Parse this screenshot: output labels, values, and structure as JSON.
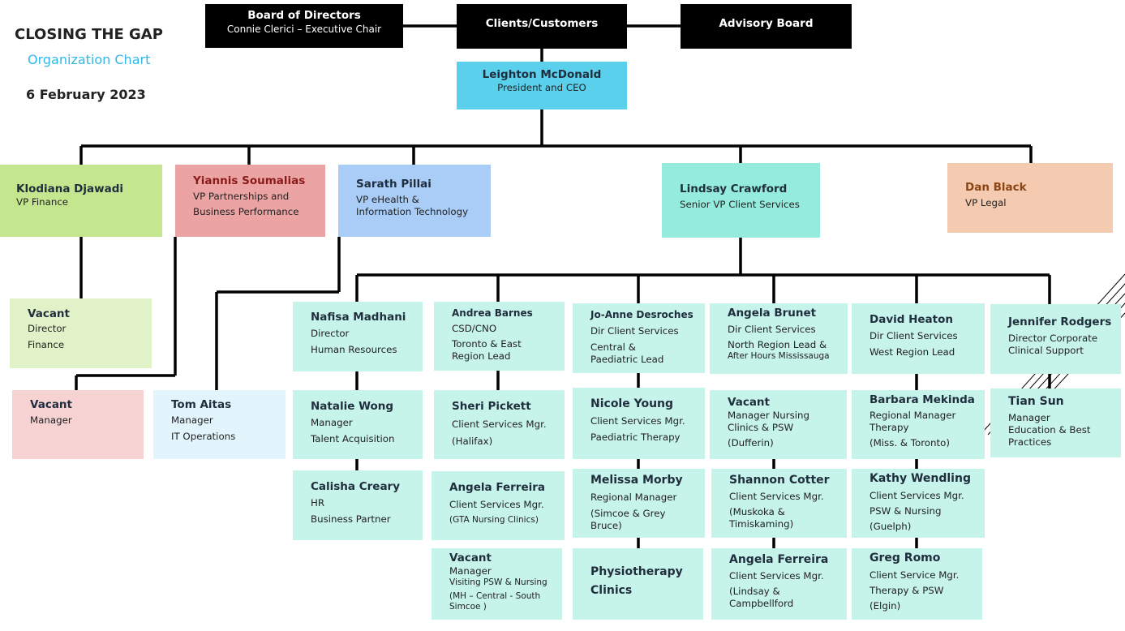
{
  "header": {
    "title": "CLOSING THE GAP",
    "subtitle": "Organization Chart",
    "date": "6 February 2023"
  },
  "top": {
    "board": {
      "name": "Board of Directors",
      "line1": "Connie Clerici – Executive Chair"
    },
    "clients": {
      "name": "Clients/Customers"
    },
    "advisory": {
      "name": "Advisory Board"
    },
    "ceo": {
      "name": "Leighton McDonald",
      "line1": "President and CEO"
    }
  },
  "vps": {
    "finance": {
      "name": "Klodiana Djawadi",
      "line1": "VP Finance"
    },
    "partnerships": {
      "name": "Yiannis Soumalias",
      "line1": "VP Partnerships and",
      "line2": "Business Performance"
    },
    "ehealth": {
      "name": "Sarath Pillai",
      "line1": "VP eHealth &",
      "line2": "Information Technology"
    },
    "client_services": {
      "name": "Lindsay Crawford",
      "line1": "Senior VP Client Services"
    },
    "legal": {
      "name": "Dan Black",
      "line1": "VP Legal"
    }
  },
  "left": {
    "vacant_dir_finance": {
      "name": "Vacant",
      "line1": "Director",
      "line2": "Finance"
    },
    "vacant_manager": {
      "name": "Vacant",
      "line1": "Manager"
    },
    "tom": {
      "name": "Tom Aitas",
      "line1": "Manager",
      "line2": "IT Operations"
    }
  },
  "col1": {
    "nafisa": {
      "name": "Nafisa Madhani",
      "line1": "Director",
      "line2": "Human Resources"
    },
    "natalie": {
      "name": "Natalie Wong",
      "line1": "Manager",
      "line2": "Talent Acquisition"
    },
    "calisha": {
      "name": "Calisha Creary",
      "line1": "HR",
      "line2": "Business Partner"
    }
  },
  "col2": {
    "andrea": {
      "name": "Andrea Barnes",
      "line1": "CSD/CNO",
      "line2": "Toronto & East",
      "line3": "Region Lead"
    },
    "sheri": {
      "name": "Sheri Pickett",
      "line1": "Client Services Mgr.",
      "line2": "(Halifax)"
    },
    "angela_f1": {
      "name": "Angela Ferreira",
      "line1": "Client Services Mgr.",
      "line2": "(GTA Nursing Clinics)"
    },
    "vacant_psw": {
      "name": "Vacant",
      "line1": "Manager",
      "line2": "Visiting PSW & Nursing",
      "line3": "(MH – Central - South",
      "line4": "Simcoe )"
    }
  },
  "col3": {
    "joanne": {
      "name": "Jo-Anne Desroches",
      "line1": "Dir Client Services",
      "line2": "Central &",
      "line3": "Paediatric Lead"
    },
    "nicole": {
      "name": "Nicole Young",
      "line1": "Client Services Mgr.",
      "line2": "Paediatric Therapy"
    },
    "melissa": {
      "name": "Melissa Morby",
      "line1": "Regional Manager",
      "line2": "(Simcoe & Grey",
      "line3": "Bruce)"
    },
    "physio": {
      "name1": "Physiotherapy",
      "name2": "Clinics"
    }
  },
  "col4": {
    "angela_b": {
      "name": "Angela Brunet",
      "line1": "Dir Client Services",
      "line2": "North Region Lead &",
      "line3": "After Hours Mississauga"
    },
    "vacant_nursing": {
      "name": "Vacant",
      "line1": "Manager Nursing",
      "line2": "Clinics & PSW",
      "line3": "(Dufferin)"
    },
    "shannon": {
      "name": "Shannon Cotter",
      "line1": "Client Services Mgr.",
      "line2": "(Muskoka &",
      "line3": "Timiskaming)"
    },
    "angela_f2": {
      "name": "Angela Ferreira",
      "line1": "Client Services Mgr.",
      "line2": "(Lindsay &",
      "line3": "Campbellford"
    }
  },
  "col5": {
    "david": {
      "name": "David Heaton",
      "line1": "Dir Client Services",
      "line2": "West Region Lead"
    },
    "barbara": {
      "name": "Barbara Mekinda",
      "line1": "Regional Manager",
      "line2": "Therapy",
      "line3": "(Miss. & Toronto)"
    },
    "kathy": {
      "name": "Kathy Wendling",
      "line1": "Client Services Mgr.",
      "line2": "PSW & Nursing",
      "line3": "(Guelph)"
    },
    "greg": {
      "name": "Greg Romo",
      "line1": "Client Service Mgr.",
      "line2": "Therapy & PSW",
      "line3": "(Elgin)"
    }
  },
  "col6": {
    "jennifer": {
      "name": "Jennifer Rodgers",
      "line1": "Director Corporate",
      "line2": "Clinical Support"
    },
    "tian": {
      "name": "Tian Sun",
      "line1": "Manager",
      "line2": "Education &  Best",
      "line3": "Practices"
    }
  },
  "colors": {
    "black": "#000000",
    "cyan": "#5bd0ec",
    "green": "#c4e68e",
    "light_green": "#e2f2c8",
    "pink": "#eba3a3",
    "light_pink": "#f6d2d2",
    "blue": "#aacdf8",
    "light_blue": "#e3f5fc",
    "mint": "#96ecdc",
    "light_mint": "#c6f3ea",
    "peach": "#f4cbb0",
    "subtitle": "#33b8e6",
    "legal_name": "#8b4513",
    "yiannis_name": "#8b1a1a"
  }
}
